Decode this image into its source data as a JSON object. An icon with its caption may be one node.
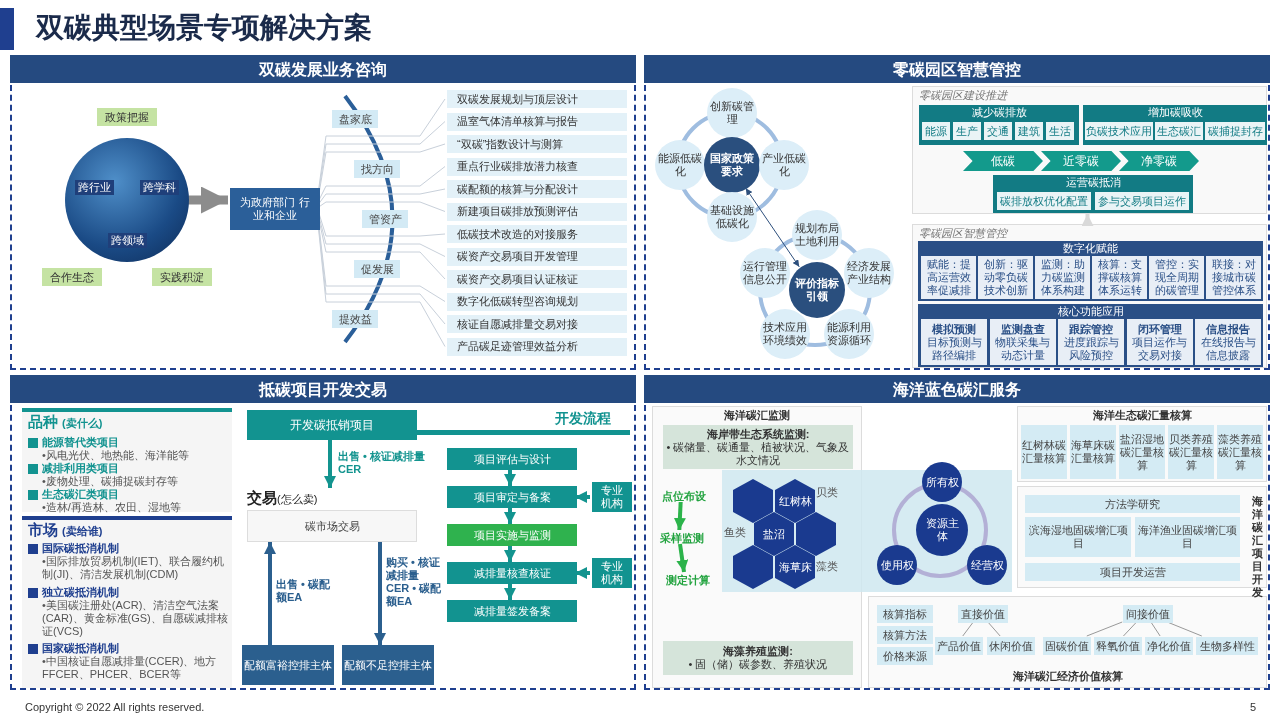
{
  "diagram": {
    "title": "双碳典型场景专项解决方案",
    "nodes": [
      {
        "text": [
          "双碳发展业务咨询"
        ]
      },
      {
        "text": [
          "政策把握"
        ],
        "in": 0
      },
      {
        "text": [
          "跨行业",
          "跨学科",
          "跨领域"
        ],
        "in": 0
      },
      {
        "text": [
          "合作生态"
        ],
        "in": 0
      },
      {
        "text": [
          "实践积淀"
        ],
        "in": 0
      },
      {
        "text": [
          "为政府部门 行业和企业"
        ],
        "in": 0
      },
      {
        "text": [
          "盘家底"
        ],
        "in": 0
      },
      {
        "text": [
          "找方向"
        ],
        "in": 0
      },
      {
        "text": [
          "管资产"
        ],
        "in": 0
      },
      {
        "text": [
          "促发展"
        ],
        "in": 0
      },
      {
        "text": [
          "提效益"
        ],
        "in": 0
      },
      {
        "text": [
          "双碳发展规划与顶层设计"
        ],
        "in": 0
      },
      {
        "text": [
          "温室气体清单核算与报告"
        ],
        "in": 0
      },
      {
        "text": [
          "“双碳”指数设计与测算"
        ],
        "in": 0
      },
      {
        "text": [
          "重点行业碳排放潜力核查"
        ],
        "in": 0
      },
      {
        "text": [
          "碳配额的核算与分配设计"
        ],
        "in": 0
      },
      {
        "text": [
          "新建项目碳排放预测评估"
        ],
        "in": 0
      },
      {
        "text": [
          "低碳技术改造的对接服务"
        ],
        "in": 0
      },
      {
        "text": [
          "碳资产交易项目开发管理"
        ],
        "in": 0
      },
      {
        "text": [
          "碳资产交易项目认证核证"
        ],
        "in": 0
      },
      {
        "text": [
          "数字化低碳转型咨询规划"
        ],
        "in": 0
      },
      {
        "text": [
          "核证自愿减排量交易对接"
        ],
        "in": 0
      },
      {
        "text": [
          "产品碳足迹管理效益分析"
        ],
        "in": 0
      },
      {
        "text": [
          "零碳园区智慧管控"
        ]
      },
      {
        "text": [
          "创新碳管理"
        ],
        "in": 23
      },
      {
        "text": [
          "能源低碳化"
        ],
        "in": 23
      },
      {
        "text": [
          "国家政策要求"
        ],
        "in": 23
      },
      {
        "text": [
          "产业低碳化"
        ],
        "in": 23
      },
      {
        "text": [
          "基础设施低碳化"
        ],
        "in": 23
      },
      {
        "text": [
          "规划布局土地利用"
        ],
        "in": 23
      },
      {
        "text": [
          "运行管理信息公开"
        ],
        "in": 23
      },
      {
        "text": [
          "评价指标引领"
        ],
        "in": 23
      },
      {
        "text": [
          "经济发展产业结构"
        ],
        "in": 23
      },
      {
        "text": [
          "技术应用环境绩效"
        ],
        "in": 23
      },
      {
        "text": [
          "能源利用资源循环"
        ],
        "in": 23
      },
      {
        "text": [
          "零碳园区建设推进"
        ],
        "in": 23
      },
      {
        "text": [
          "减少碳排放"
        ],
        "in": 35
      },
      {
        "text": [
          "能源"
        ],
        "in": 36
      },
      {
        "text": [
          "生产"
        ],
        "in": 36
      },
      {
        "text": [
          "交通"
        ],
        "in": 36
      },
      {
        "text": [
          "建筑"
        ],
        "in": 36
      },
      {
        "text": [
          "生活"
        ],
        "in": 36
      },
      {
        "text": [
          "增加碳吸收"
        ],
        "in": 35
      },
      {
        "text": [
          "负碳技术应用"
        ],
        "in": 42
      },
      {
        "text": [
          "生态碳汇"
        ],
        "in": 42
      },
      {
        "text": [
          "碳捕捉封存"
        ],
        "in": 42
      },
      {
        "text": [
          "低碳"
        ],
        "in": 35
      },
      {
        "text": [
          "近零碳"
        ],
        "in": 35
      },
      {
        "text": [
          "净零碳"
        ],
        "in": 35
      },
      {
        "text": [
          "运营碳抵消"
        ],
        "in": 35
      },
      {
        "text": [
          "碳排放权优化配置"
        ],
        "in": 49
      },
      {
        "text": [
          "参与交易项目运作"
        ],
        "in": 49
      },
      {
        "text": [
          "零碳园区智慧管控"
        ],
        "in": 23
      },
      {
        "text": [
          "数字化赋能"
        ],
        "in": 52
      },
      {
        "text": [
          "赋能：提高运营效率促减排"
        ],
        "in": 53
      },
      {
        "text": [
          "创新：驱动零负碳技术创新"
        ],
        "in": 53
      },
      {
        "text": [
          "监测：助力碳监测体系构建"
        ],
        "in": 53
      },
      {
        "text": [
          "核算：支撑碳核算体系运转"
        ],
        "in": 53
      },
      {
        "text": [
          "管控：实现全周期的碳管理"
        ],
        "in": 53
      },
      {
        "text": [
          "联接：对接城市碳管控体系"
        ],
        "in": 53
      },
      {
        "text": [
          "核心功能应用"
        ],
        "in": 52
      },
      {
        "text": [
          "模拟预测",
          "目标预测与路径编排"
        ],
        "in": 60
      },
      {
        "text": [
          "监测盘查",
          "物联采集与动态计量"
        ],
        "in": 60
      },
      {
        "text": [
          "跟踪管控",
          "进度跟踪与风险预控"
        ],
        "in": 60
      },
      {
        "text": [
          "闭环管理",
          "项目运作与交易对接"
        ],
        "in": 60
      },
      {
        "text": [
          "信息报告",
          "在线报告与信息披露"
        ],
        "in": 60
      },
      {
        "text": [
          "抵碳项目开发交易"
        ]
      },
      {
        "text": [
          "品种",
          "(卖什么)"
        ],
        "in": 66
      },
      {
        "text": [
          "能源替代类项目",
          "•风电光伏、地热能、海洋能等"
        ],
        "in": 67
      },
      {
        "text": [
          "减排利用类项目",
          "•废物处理、碳捕捉碳封存等"
        ],
        "in": 67
      },
      {
        "text": [
          "生态碳汇类项目",
          "•造林/再造林、农田、湿地等"
        ],
        "in": 67
      },
      {
        "text": [
          "市场",
          "(卖给谁)"
        ],
        "in": 66
      },
      {
        "text": [
          "国际碳抵消机制",
          "•国际排放贸易机制(IET)、联合履约机制(JI)、清洁发展机制(CDM)"
        ],
        "in": 71
      },
      {
        "text": [
          "独立碳抵消机制",
          "•美国碳注册处(ACR)、清洁空气法案(CAR)、黄金标准(GS)、自愿碳减排核证(VCS)"
        ],
        "in": 71
      },
      {
        "text": [
          "国家碳抵消机制",
          "•中国核证自愿减排量(CCER)、地方FFCER、PHCER、BCER等"
        ],
        "in": 71
      },
      {
        "text": [
          "开发碳抵销项目"
        ],
        "in": 66
      },
      {
        "text": [
          "交易",
          "(怎么卖)",
          "碳市场交易"
        ],
        "in": 66
      },
      {
        "text": [
          "配额富裕控排主体"
        ],
        "in": 66
      },
      {
        "text": [
          "配额不足控排主体"
        ],
        "in": 66
      },
      {
        "text": [
          "项目评估与设计"
        ],
        "in": 66
      },
      {
        "text": [
          "项目审定与备案"
        ],
        "in": 66
      },
      {
        "text": [
          "项目实施与监测"
        ],
        "in": 66
      },
      {
        "text": [
          "减排量核查核证"
        ],
        "in": 66
      },
      {
        "text": [
          "减排量签发备案"
        ],
        "in": 66
      },
      {
        "text": [
          "专业机构"
        ],
        "in": 66
      },
      {
        "text": [
          "专业机构"
        ],
        "in": 66
      },
      {
        "text": [
          "海洋蓝色碳汇服务"
        ]
      },
      {
        "text": [
          "海洋碳汇监测"
        ],
        "in": 86
      },
      {
        "text": [
          "海岸带生态系统监测:",
          "• 碳储量、碳通量、植被状况、气象及水文情况"
        ],
        "in": 87
      },
      {
        "text": [
          "点位布设"
        ],
        "in": 87
      },
      {
        "text": [
          "采样监测"
        ],
        "in": 87
      },
      {
        "text": [
          "测定计算"
        ],
        "in": 87
      },
      {
        "text": [],
        "shape": "hexagon",
        "in": 87
      },
      {
        "text": [
          "红树林"
        ],
        "in": 87
      },
      {
        "text": [
          "盐沼"
        ],
        "in": 87
      },
      {
        "text": [],
        "shape": "hexagon",
        "in": 87
      },
      {
        "text": [],
        "shape": "hexagon",
        "in": 87
      },
      {
        "text": [
          "海草床"
        ],
        "in": 87
      },
      {
        "text": [
          "海藻养殖监测:",
          "• 固（储）碳参数、养殖状况"
        ],
        "in": 87
      },
      {
        "text": [
          "所有权"
        ],
        "in": 86
      },
      {
        "text": [
          "资源主体"
        ],
        "in": 86
      },
      {
        "text": [
          "使用权"
        ],
        "in": 86
      },
      {
        "text": [
          "经营权"
        ],
        "in": 86
      },
      {
        "text": [
          "海洋生态碳汇量核算"
        ],
        "in": 86
      },
      {
        "text": [
          "红树林碳汇量核算"
        ],
        "in": 103
      },
      {
        "text": [
          "海草床碳汇量核算"
        ],
        "in": 103
      },
      {
        "text": [
          "盐沼湿地碳汇量核算"
        ],
        "in": 103
      },
      {
        "text": [
          "贝类养殖碳汇量核算"
        ],
        "in": 103
      },
      {
        "text": [
          "藻类养殖碳汇量核算"
        ],
        "in": 103
      },
      {
        "text": [
          "海洋碳汇项目开发"
        ],
        "in": 86
      },
      {
        "text": [
          "方法学研究"
        ],
        "in": 109
      },
      {
        "text": [
          "滨海湿地固碳增汇项目"
        ],
        "in": 109
      },
      {
        "text": [
          "海洋渔业固碳增汇项目"
        ],
        "in": 109
      },
      {
        "text": [
          "项目开发运营"
        ],
        "in": 109
      },
      {
        "text": [
          "海洋碳汇经济价值核算"
        ],
        "in": 86
      },
      {
        "text": [
          "核算指标"
        ],
        "in": 114
      },
      {
        "text": [
          "核算方法"
        ],
        "in": 114
      },
      {
        "text": [
          "价格来源"
        ],
        "in": 114
      },
      {
        "text": [
          "直接价值"
        ],
        "in": 114
      },
      {
        "text": [
          "产品价值"
        ],
        "in": 114
      },
      {
        "text": [
          "休闲价值"
        ],
        "in": 114
      },
      {
        "text": [
          "间接价值"
        ],
        "in": 114
      },
      {
        "text": [
          "固碳价值"
        ],
        "in": 114
      },
      {
        "text": [
          "释氧价值"
        ],
        "in": 114
      },
      {
        "text": [
          "净化价值"
        ],
        "in": 114
      },
      {
        "text": [
          "生物多样性"
        ],
        "in": 114
      }
    ],
    "edges": [
      {
        "from": 2,
        "to": 5,
        "arrow": "to",
        "style": "thick",
        "color": "#8c8c8c"
      },
      {
        "from": 5,
        "to": 11,
        "arrow": "none"
      },
      {
        "from": 5,
        "to": 12,
        "arrow": "none"
      },
      {
        "from": 5,
        "to": 13,
        "arrow": "none"
      },
      {
        "from": 5,
        "to": 14,
        "arrow": "none"
      },
      {
        "from": 5,
        "to": 15,
        "arrow": "none"
      },
      {
        "from": 5,
        "to": 16,
        "arrow": "none"
      },
      {
        "from": 5,
        "to": 17,
        "arrow": "none"
      },
      {
        "from": 5,
        "to": 18,
        "arrow": "none"
      },
      {
        "from": 5,
        "to": 19,
        "arrow": "none"
      },
      {
        "from": 5,
        "to": 20,
        "arrow": "none"
      },
      {
        "from": 5,
        "to": 21,
        "arrow": "none"
      },
      {
        "from": 5,
        "to": 22,
        "arrow": "none"
      },
      {
        "from": 26,
        "to": 31,
        "arrow": "both",
        "color": "#2d4f7c"
      },
      {
        "from": 52,
        "to": 35,
        "arrow": "to",
        "style": "thick",
        "color": "#d9d9d9"
      },
      {
        "from": 75,
        "to": 76,
        "arrow": "to",
        "label": "出售 • 核证减排量CER",
        "style": "thick",
        "color": "#13948f"
      },
      {
        "from": 77,
        "to": 76,
        "arrow": "to",
        "label": "出售 • 碳配额EA",
        "style": "thick",
        "color": "#2b5f8e"
      },
      {
        "from": 76,
        "to": 78,
        "arrow": "to",
        "label": "购买 • 核证减排量CER • 碳配额EA",
        "style": "thick",
        "color": "#2b5f8e"
      },
      {
        "from": 79,
        "to": 80,
        "arrow": "to",
        "style": "thick",
        "color": "#13948f"
      },
      {
        "from": 80,
        "to": 81,
        "arrow": "to",
        "style": "thick",
        "color": "#13948f"
      },
      {
        "from": 81,
        "to": 82,
        "arrow": "to",
        "style": "thick",
        "color": "#13948f"
      },
      {
        "from": 82,
        "to": 83,
        "arrow": "to",
        "style": "thick",
        "color": "#13948f"
      },
      {
        "from": 84,
        "to": 80,
        "arrow": "to",
        "style": "thick",
        "color": "#13948f"
      },
      {
        "from": 85,
        "to": 82,
        "arrow": "to",
        "style": "thick",
        "color": "#13948f"
      },
      {
        "from": 89,
        "to": 90,
        "arrow": "to",
        "style": "thick",
        "color": "#2bb34a"
      },
      {
        "from": 90,
        "to": 91,
        "arrow": "to",
        "style": "thick",
        "color": "#2bb34a"
      },
      {
        "from": 118,
        "to": 119,
        "arrow": "none",
        "color": "#999999"
      },
      {
        "from": 118,
        "to": 120,
        "arrow": "none",
        "color": "#999999"
      },
      {
        "from": 121,
        "to": 122,
        "arrow": "none",
        "color": "#999999"
      },
      {
        "from": 121,
        "to": 123,
        "arrow": "none",
        "color": "#999999"
      },
      {
        "from": 121,
        "to": 124,
        "arrow": "none",
        "color": "#999999"
      },
      {
        "from": 121,
        "to": 125,
        "arrow": "none",
        "color": "#999999"
      }
    ],
    "labels": [
      "开发流程",
      "贝类",
      "鱼类",
      "藻类",
      "Copyright © 2022 All rights reserved.",
      "5"
    ]
  }
}
